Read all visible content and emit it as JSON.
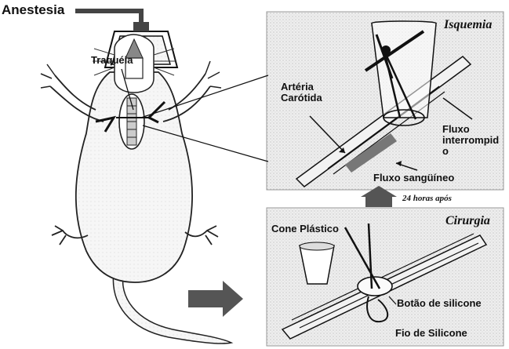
{
  "labels": {
    "anestesia": "Anestesia",
    "traqueia": "Traquéia",
    "isquemia": "Isquemia",
    "arteria_line1": "Artéria",
    "arteria_line2": "Carótida",
    "fluxo_int_line1": "Fluxo",
    "fluxo_int_line2": "interrompid",
    "fluxo_int_line3": "o",
    "fluxo_sanguineo": "Fluxo sangüíneo",
    "horas_apos": "24 horas após",
    "cirurgia": "Cirurgia",
    "cone_plastico": "Cone Plástico",
    "botao_silicone": "Botão de silicone",
    "fio_silicone": "Fio de Silicone"
  },
  "colors": {
    "panel_fill": "#e9e9e9",
    "dark_arrow": "#555555",
    "line": "#111111"
  }
}
